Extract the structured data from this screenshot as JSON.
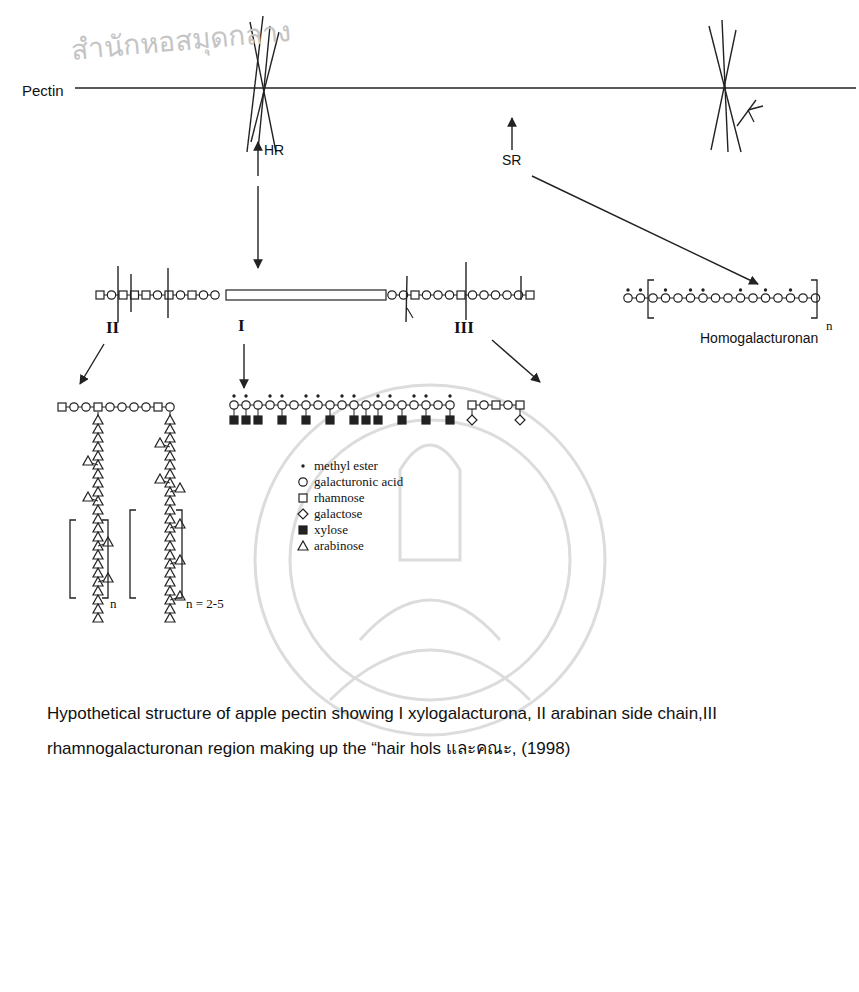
{
  "diagram": {
    "caption": "Hypothetical structure of apple pectin showing I xylogalacturona, II arabinan side chain,III rhamnogalacturonan region making up the “hair hols และคณะ, (1998)",
    "labels": [
      "Pectin",
      "HR",
      "SR",
      "II",
      "I",
      "III",
      "Homogalacturonan",
      "n",
      "n",
      "n = 2-5",
      "สำนักหอสมุดกลาง"
    ],
    "legend": [
      {
        "text": "methyl ester"
      },
      {
        "text": "galacturonic acid"
      },
      {
        "text": "rhamnose"
      },
      {
        "text": "galactose"
      },
      {
        "text": "xylose"
      },
      {
        "text": "arabinose"
      }
    ]
  }
}
